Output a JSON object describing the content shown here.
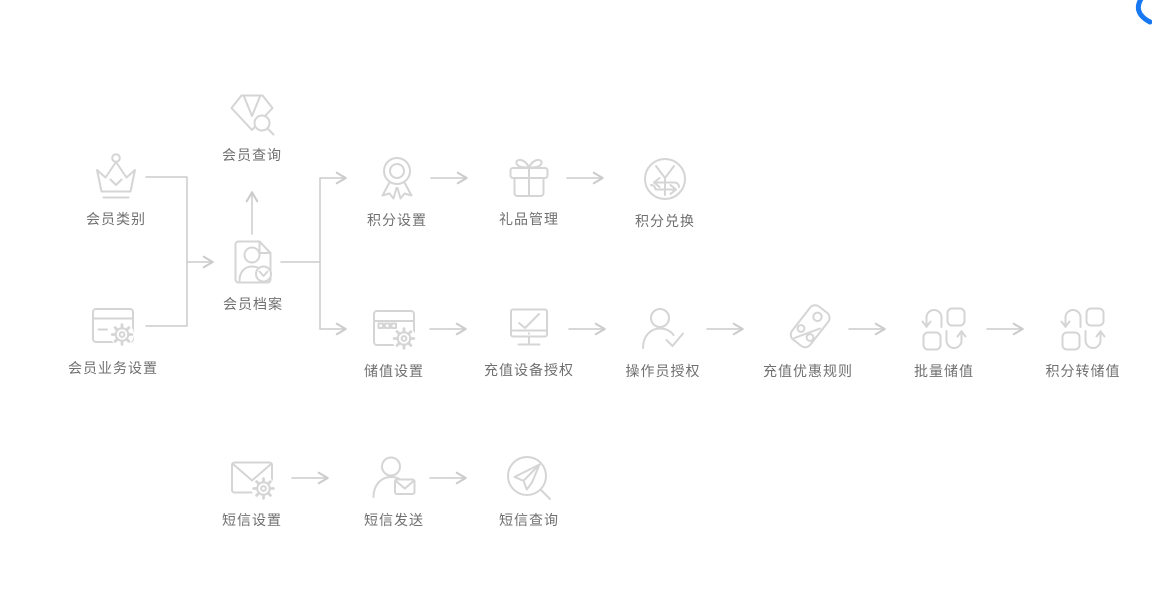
{
  "colors": {
    "icon-color": "#d5d5d5",
    "line-color": "#cccccc",
    "label-color": "#707070",
    "accent-blue": "#1778f2",
    "bg": "#ffffff"
  },
  "diagram": {
    "nodes": [
      {
        "id": "member-category",
        "label": "会员类别",
        "icon": "crown-icon"
      },
      {
        "id": "member-query",
        "label": "会员查询",
        "icon": "gem-search-icon"
      },
      {
        "id": "member-profile",
        "label": "会员档案",
        "icon": "member-file-icon"
      },
      {
        "id": "member-business-settings",
        "label": "会员业务设置",
        "icon": "card-gear-icon"
      },
      {
        "id": "points-settings",
        "label": "积分设置",
        "icon": "medal-icon"
      },
      {
        "id": "gift-management",
        "label": "礼品管理",
        "icon": "gift-icon"
      },
      {
        "id": "points-exchange",
        "label": "积分兑换",
        "icon": "currency-exchange-icon"
      },
      {
        "id": "stored-value-settings",
        "label": "储值设置",
        "icon": "window-gear-icon"
      },
      {
        "id": "recharge-device-auth",
        "label": "充值设备授权",
        "icon": "monitor-check-icon"
      },
      {
        "id": "operator-auth",
        "label": "操作员授权",
        "icon": "person-check-icon"
      },
      {
        "id": "recharge-discount-rules",
        "label": "充值优惠规则",
        "icon": "tag-percent-icon"
      },
      {
        "id": "batch-stored-value",
        "label": "批量储值",
        "icon": "batch-swap-icon"
      },
      {
        "id": "points-to-stored-value",
        "label": "积分转储值",
        "icon": "batch-swap-icon"
      },
      {
        "id": "sms-settings",
        "label": "短信设置",
        "icon": "envelope-gear-icon"
      },
      {
        "id": "sms-send",
        "label": "短信发送",
        "icon": "person-envelope-icon"
      },
      {
        "id": "sms-query",
        "label": "短信查询",
        "icon": "plane-search-icon"
      }
    ],
    "edges": [
      {
        "from": "member-category",
        "to": "member-profile"
      },
      {
        "from": "member-business-settings",
        "to": "member-profile"
      },
      {
        "from": "member-profile",
        "to": "member-query"
      },
      {
        "from": "member-profile",
        "to": "points-settings"
      },
      {
        "from": "member-profile",
        "to": "stored-value-settings"
      },
      {
        "from": "points-settings",
        "to": "gift-management"
      },
      {
        "from": "gift-management",
        "to": "points-exchange"
      },
      {
        "from": "stored-value-settings",
        "to": "recharge-device-auth"
      },
      {
        "from": "recharge-device-auth",
        "to": "operator-auth"
      },
      {
        "from": "operator-auth",
        "to": "recharge-discount-rules"
      },
      {
        "from": "recharge-discount-rules",
        "to": "batch-stored-value"
      },
      {
        "from": "batch-stored-value",
        "to": "points-to-stored-value"
      },
      {
        "from": "sms-settings",
        "to": "sms-send"
      },
      {
        "from": "sms-send",
        "to": "sms-query"
      }
    ]
  }
}
